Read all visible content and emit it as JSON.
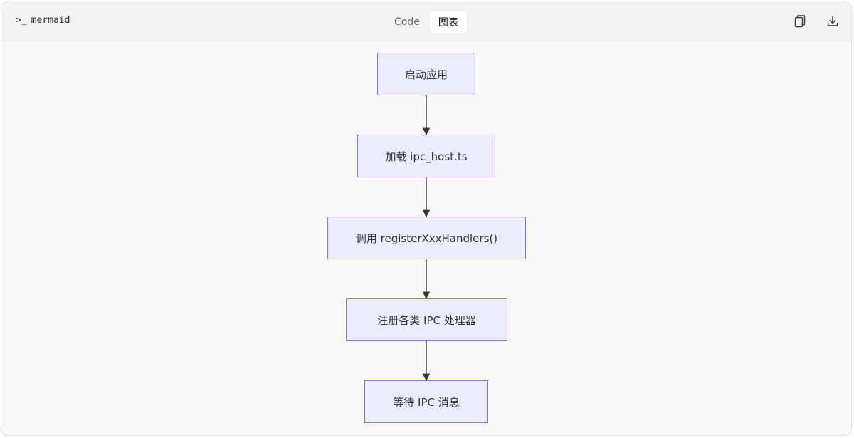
{
  "header": {
    "language": "mermaid",
    "terminal_icon": "terminal-prompt-icon",
    "tabs": [
      {
        "label": "Code",
        "active": false
      },
      {
        "label": "图表",
        "active": true
      }
    ],
    "actions": [
      "copy-icon",
      "download-icon"
    ]
  },
  "diagram": {
    "type": "flowchart-TD",
    "nodes": [
      {
        "id": "A",
        "label": "启动应用"
      },
      {
        "id": "B",
        "label": "加载 ipc_host.ts"
      },
      {
        "id": "C",
        "label": "调用 registerXxxHandlers()"
      },
      {
        "id": "D",
        "label": "注册各类 IPC 处理器"
      },
      {
        "id": "E",
        "label": "等待 IPC 消息"
      }
    ],
    "edges": [
      [
        "A",
        "B"
      ],
      [
        "B",
        "C"
      ],
      [
        "C",
        "D"
      ],
      [
        "D",
        "E"
      ]
    ],
    "colors": {
      "node_fill": "#ececff",
      "node_stroke": "#9370db",
      "edge": "#333333"
    }
  }
}
